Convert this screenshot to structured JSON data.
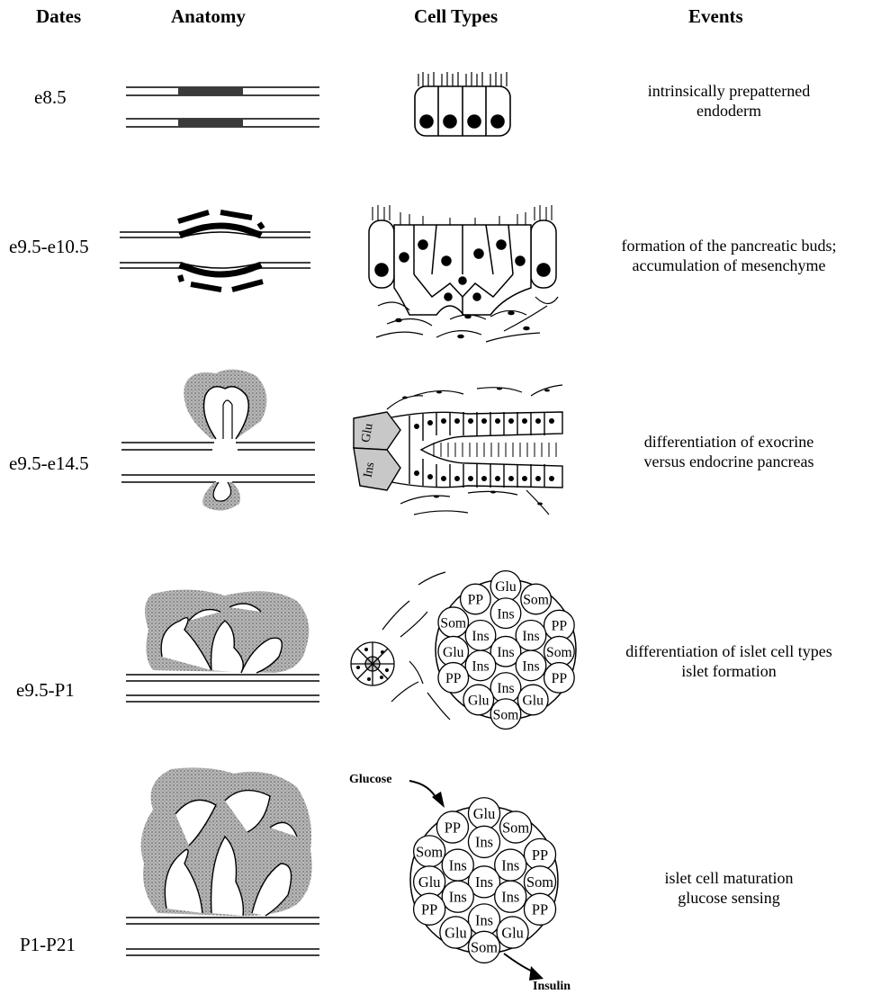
{
  "headers": {
    "dates": "Dates",
    "anatomy": "Anatomy",
    "cell_types": "Cell Types",
    "events": "Events"
  },
  "rows": [
    {
      "date": "e8.5",
      "event_lines": [
        "intrinsically prepatterned",
        "endoderm"
      ]
    },
    {
      "date": "e9.5-e10.5",
      "event_lines": [
        "formation of the pancreatic buds;",
        "accumulation of mesenchyme"
      ]
    },
    {
      "date": "e9.5-e14.5",
      "event_lines": [
        "differentiation of exocrine",
        "versus endocrine pancreas"
      ]
    },
    {
      "date": "e9.5-P1",
      "event_lines": [
        "differentiation of islet cell types",
        "islet formation"
      ]
    },
    {
      "date": "P1-P21",
      "event_lines": [
        "islet cell maturation",
        "glucose sensing"
      ]
    }
  ],
  "cell_labels": {
    "glu": "Glu",
    "ins": "Ins",
    "som": "Som",
    "pp": "PP"
  },
  "arrows": {
    "glucose": "Glucose",
    "insulin": "Insulin"
  },
  "colors": {
    "ink": "#000000",
    "shade": "#9a9a9a",
    "light_shade": "#c8c8c8"
  }
}
